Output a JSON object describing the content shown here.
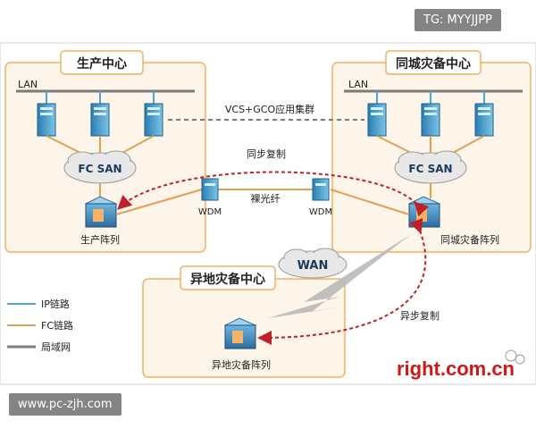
{
  "watermark_tag": "TG: MYYJJPP",
  "footer_site": "www.pc-zjh.com",
  "brand": "right.com.cn",
  "sites": {
    "production": {
      "title": "生产中心",
      "lan": "LAN",
      "san": "FC SAN",
      "array": "生产阵列"
    },
    "same_city": {
      "title": "同城灾备中心",
      "lan": "LAN",
      "san": "FC SAN",
      "array": "同城灾备阵列"
    },
    "remote": {
      "title": "异地灾备中心",
      "array": "异地灾备阵列"
    }
  },
  "links": {
    "cluster": "VCS+GCO应用集群",
    "sync": "同步复制",
    "fiber": "裸光纤",
    "wdm_left": "WDM",
    "wdm_right": "WDM",
    "wan": "WAN",
    "async": "异步复制"
  },
  "legend": [
    {
      "label": "IP链路",
      "color": "#4aa8c8"
    },
    {
      "label": "FC链路",
      "color": "#e0a050"
    },
    {
      "label": "局域网",
      "color": "#808080"
    }
  ],
  "colors": {
    "panel_fill": "#fdf5ea",
    "panel_border": "#f0b060",
    "replication": "#c0202a",
    "brand": "#d01818"
  }
}
